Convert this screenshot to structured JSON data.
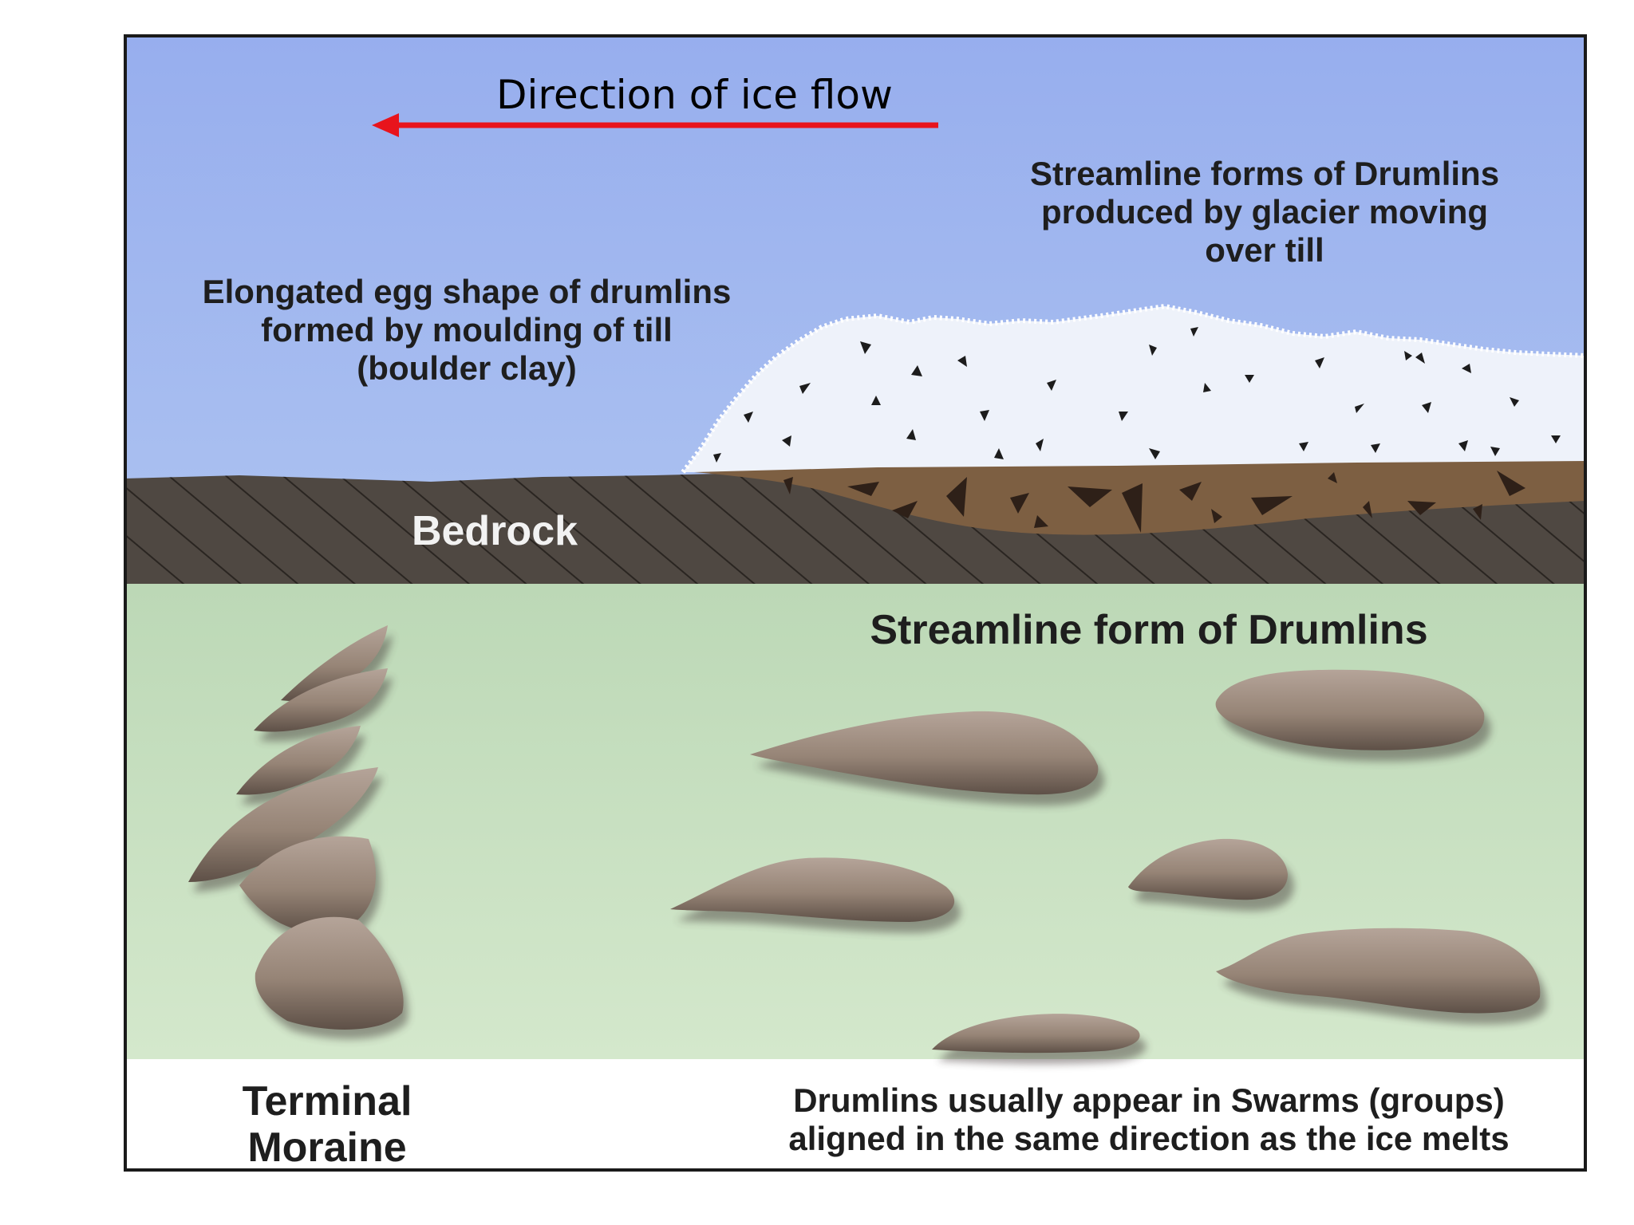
{
  "flow_label": "Direction of ice flow",
  "labels": {
    "streamline_forms": [
      "Streamline forms of Drumlins",
      "produced by glacier moving",
      "over till"
    ],
    "elongated": [
      "Elongated egg shape of drumlins",
      "formed by moulding of till",
      "(boulder clay)"
    ],
    "bedrock": "Bedrock",
    "streamline_form": "Streamline form of Drumlins",
    "terminal_moraine": [
      "Terminal",
      "Moraine"
    ],
    "swarms": [
      "Drumlins usually appear in Swarms (groups)",
      "aligned in the same direction as the ice melts"
    ]
  },
  "colors": {
    "sky": "#9db4ef",
    "ice": "#eef2fa",
    "bedrock": "#4f4842",
    "till": "#7d5f42",
    "plain": "#c6dfbf",
    "drumlin": "#9a887c",
    "arrow": "#e8141c",
    "frame": "#1a1a1a"
  },
  "icons": {
    "flow_arrow": "left-arrow",
    "boulder": "triangle"
  }
}
